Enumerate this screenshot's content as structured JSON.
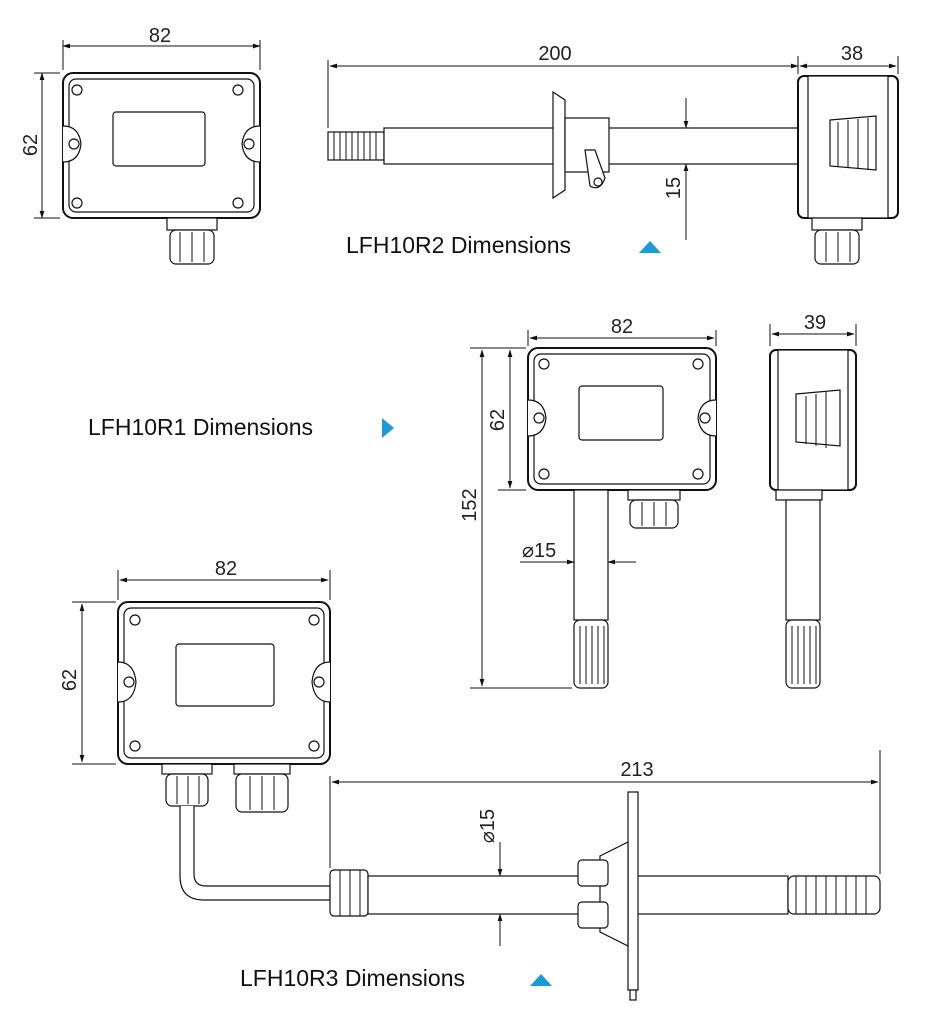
{
  "captions": {
    "r2": "LFH10R2 Dimensions",
    "r1": "LFH10R1 Dimensions",
    "r3": "LFH10R3 Dimensions"
  },
  "dims": {
    "r2_front_width": "82",
    "r2_front_height": "62",
    "r2_probe_length": "200",
    "r2_side_depth": "38",
    "r2_flange": "15",
    "r1_front_width": "82",
    "r1_side_depth": "39",
    "r1_box_height": "62",
    "r1_total_height": "152",
    "r1_probe_dia": "⌀15",
    "r3_front_width": "82",
    "r3_front_height": "62",
    "r3_probe_length": "213",
    "r3_probe_dia": "⌀15"
  },
  "colors": {
    "accent": "#1a9ad6",
    "line": "#111111"
  },
  "icons": {
    "marker_r2": "triangle-up",
    "marker_r1": "triangle-right",
    "marker_r3": "triangle-up"
  }
}
